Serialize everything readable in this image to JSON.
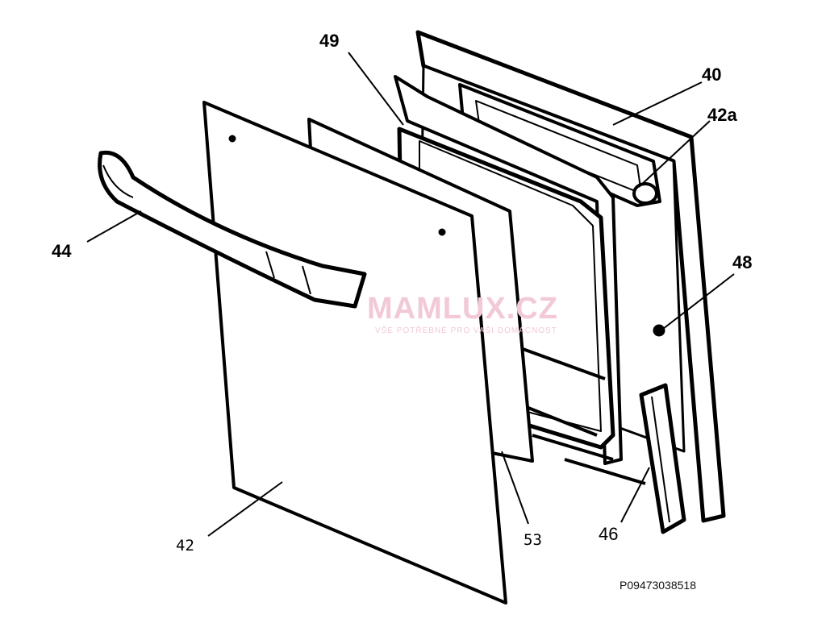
{
  "labels": {
    "l49": "49",
    "l40": "40",
    "l42a": "42a",
    "l44": "44",
    "l48": "48",
    "l42": "42",
    "l53": "53",
    "l46": "46"
  },
  "code": "P09473038518",
  "watermark": {
    "title": "MAMLUX.CZ",
    "subtitle": "VŠE POTŘEBNÉ PRO VAŠI DOMÁCNOST"
  }
}
